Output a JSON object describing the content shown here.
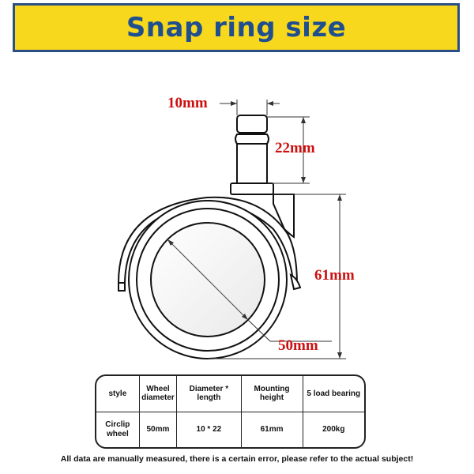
{
  "banner": {
    "title": "Snap ring size"
  },
  "dimensions": {
    "stem_diameter": "10mm",
    "stem_length": "22mm",
    "total_height": "61mm",
    "wheel_diameter": "50mm"
  },
  "spec_table": {
    "headers": [
      "style",
      "Wheel diameter",
      "Diameter * length",
      "Mounting height",
      "5 load bearing"
    ],
    "rows": [
      [
        "Circlip wheel",
        "50mm",
        "10 * 22",
        "61mm",
        "200kg"
      ]
    ]
  },
  "note": "All data are manually measured, there is a certain error, please refer to the actual subject!",
  "colors": {
    "banner_bg": "#f8d81c",
    "banner_text": "#1f4f8f",
    "banner_border": "#2a4f86",
    "dimension_text": "#cc1111"
  }
}
